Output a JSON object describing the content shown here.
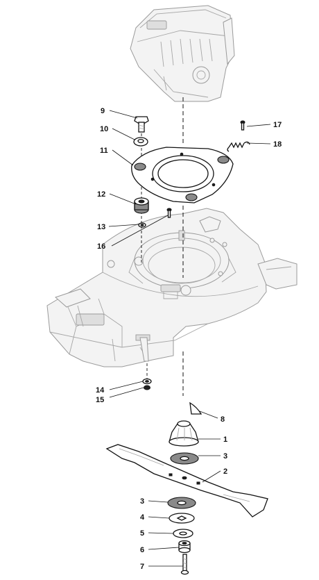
{
  "callouts": [
    {
      "id": "9",
      "label": "9"
    },
    {
      "id": "10",
      "label": "10"
    },
    {
      "id": "11",
      "label": "11"
    },
    {
      "id": "12",
      "label": "12"
    },
    {
      "id": "13",
      "label": "13"
    },
    {
      "id": "16",
      "label": "16"
    },
    {
      "id": "17",
      "label": "17"
    },
    {
      "id": "18",
      "label": "18"
    },
    {
      "id": "14",
      "label": "14"
    },
    {
      "id": "15",
      "label": "15"
    },
    {
      "id": "8",
      "label": "8"
    },
    {
      "id": "1",
      "label": "1"
    },
    {
      "id": "3a",
      "label": "3"
    },
    {
      "id": "2",
      "label": "2"
    },
    {
      "id": "3b",
      "label": "3"
    },
    {
      "id": "4",
      "label": "4"
    },
    {
      "id": "5",
      "label": "5"
    },
    {
      "id": "6",
      "label": "6"
    },
    {
      "id": "7",
      "label": "7"
    }
  ]
}
